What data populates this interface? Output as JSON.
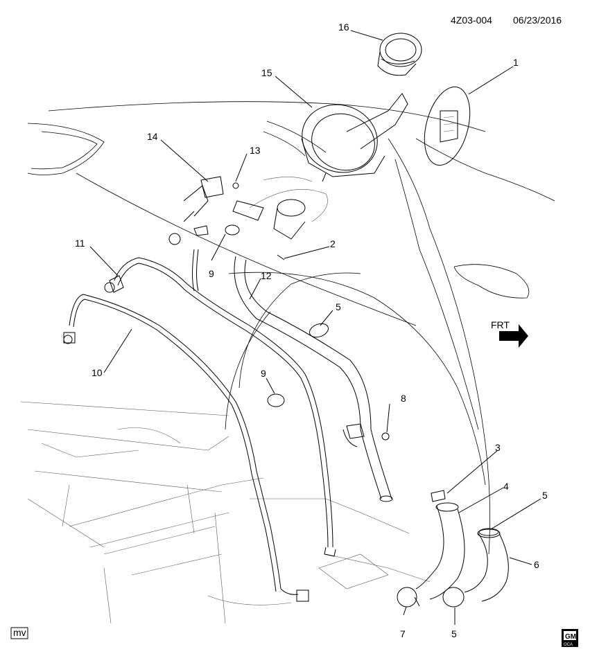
{
  "header": {
    "code": "4Z03-004",
    "date": "06/23/2016"
  },
  "corner": {
    "mv_tag": "mv",
    "logo_top": "GM",
    "logo_bottom": "OCA"
  },
  "direction": {
    "label": "FRT"
  },
  "callouts": [
    {
      "id": "c1",
      "text": "1"
    },
    {
      "id": "c2",
      "text": "2"
    },
    {
      "id": "c3",
      "text": "3"
    },
    {
      "id": "c4",
      "text": "4"
    },
    {
      "id": "c5a",
      "text": "5"
    },
    {
      "id": "c5b",
      "text": "5"
    },
    {
      "id": "c5c",
      "text": "5"
    },
    {
      "id": "c6",
      "text": "6"
    },
    {
      "id": "c7",
      "text": "7"
    },
    {
      "id": "c8",
      "text": "8"
    },
    {
      "id": "c9a",
      "text": "9"
    },
    {
      "id": "c9b",
      "text": "9"
    },
    {
      "id": "c10",
      "text": "10"
    },
    {
      "id": "c11",
      "text": "11"
    },
    {
      "id": "c12",
      "text": "12"
    },
    {
      "id": "c13",
      "text": "13"
    },
    {
      "id": "c14",
      "text": "14"
    },
    {
      "id": "c15",
      "text": "15"
    },
    {
      "id": "c16",
      "text": "16"
    }
  ]
}
